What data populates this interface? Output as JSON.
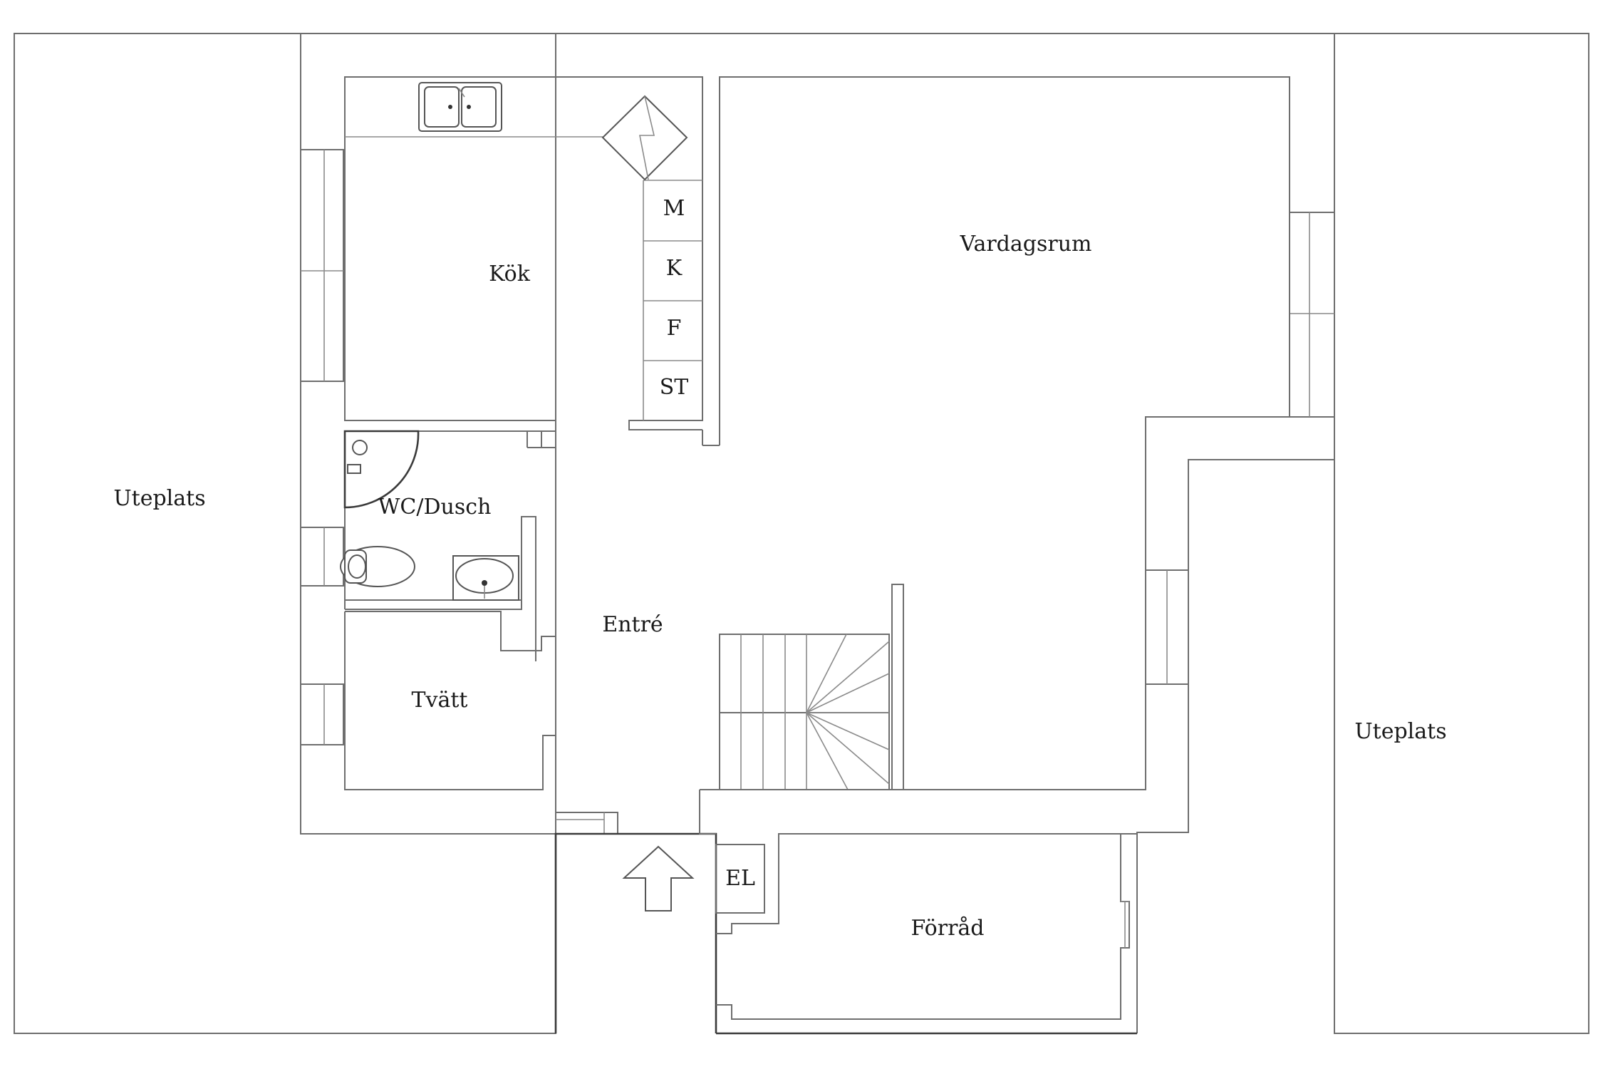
{
  "rooms": {
    "kok": "Kök",
    "vardagsrum": "Vardagsrum",
    "wc_dusch": "WC/Dusch",
    "entre": "Entré",
    "tvatt": "Tvätt",
    "forrad": "Förråd",
    "uteplats_left": "Uteplats",
    "uteplats_right": "Uteplats",
    "el": "EL"
  },
  "appliances": {
    "m": "M",
    "k": "K",
    "f": "F",
    "st": "ST"
  }
}
